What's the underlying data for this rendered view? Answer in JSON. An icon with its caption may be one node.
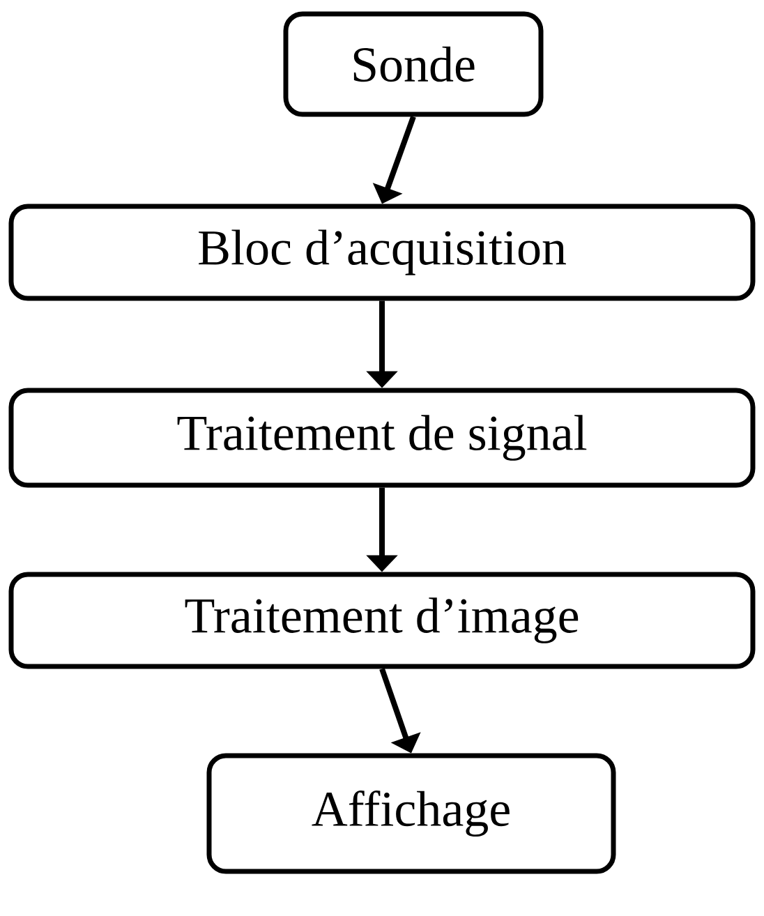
{
  "diagram": {
    "nodes": [
      {
        "text": [
          "Sonde"
        ]
      },
      {
        "text": [
          "Bloc d’acquisition"
        ]
      },
      {
        "text": [
          "Traitement de signal"
        ]
      },
      {
        "text": [
          "Traitement d’image"
        ]
      },
      {
        "text": [
          "Affichage"
        ]
      }
    ],
    "edges": [
      {
        "from": 0,
        "to": 1,
        "arrow": "to"
      },
      {
        "from": 1,
        "to": 2,
        "arrow": "to"
      },
      {
        "from": 2,
        "to": 3,
        "arrow": "to"
      },
      {
        "from": 3,
        "to": 4,
        "arrow": "to"
      }
    ]
  }
}
